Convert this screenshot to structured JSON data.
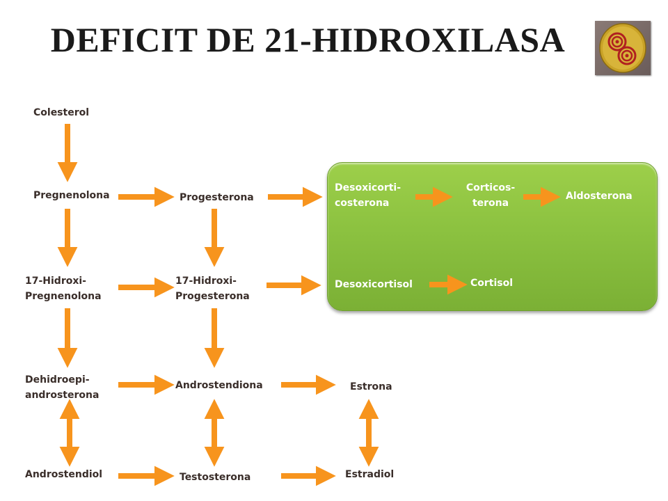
{
  "title": "DEFICIT DE 21-HIDROXILASA",
  "colors": {
    "arrow": "#f7941d",
    "panel": "#8cc240",
    "text_dark": "#3a2e2a",
    "text_light": "#ffffff"
  },
  "logo_icon": "spiral-s-logo-icon",
  "nodes": {
    "colesterol": "Colesterol",
    "pregnenolona": "Pregnenolona",
    "progesterona": "Progesterona",
    "desoxicorticosterona": "Desoxicorti-\ncosterona",
    "corticosterona": "Corticos-\nterona",
    "aldosterona": "Aldosterona",
    "hidroxi_pregnenolona": "17-Hidroxi-\nPregnenolona",
    "hidroxi_progesterona": "17-Hidroxi-\nProgesterona",
    "desoxicortisol": "Desoxicortisol",
    "cortisol": "Cortisol",
    "dehidroepiandrosterona": "Dehidroepi-\nandrosterona",
    "androstendiona": "Androstendiona",
    "estrona": "Estrona",
    "androstendiol": "Androstendiol",
    "testosterona": "Testosterona",
    "estradiol": "Estradiol"
  }
}
